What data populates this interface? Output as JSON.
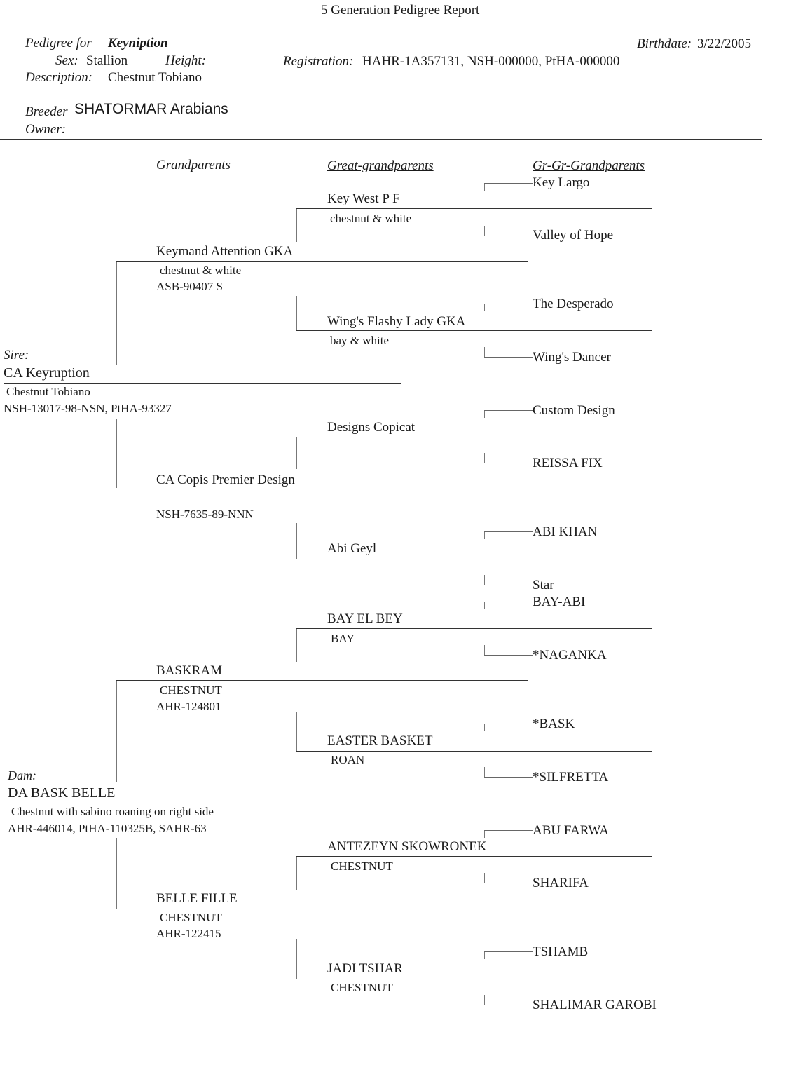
{
  "report_title": "5 Generation Pedigree Report",
  "header": {
    "pedigree_for_label": "Pedigree for",
    "horse_name": "Keyniption",
    "sex_label": "Sex:",
    "sex_value": "Stallion",
    "height_label": "Height:",
    "description_label": "Description:",
    "description_value": "Chestnut Tobiano",
    "birthdate_label": "Birthdate:",
    "birthdate_value": "3/22/2005",
    "registration_label": "Registration:",
    "registration_value": "HAHR-1A357131, NSH-000000, PtHA-000000",
    "breeder_label": "Breeder",
    "breeder_value": "SHATORMAR Arabians",
    "owner_label": "Owner:"
  },
  "columns": {
    "grandparents": "Grandparents",
    "great_grandparents": "Great-grandparents",
    "gr_gr_grandparents": "Gr-Gr-Grandparents"
  },
  "sire": {
    "label": "Sire:",
    "name": "CA Keyruption",
    "color": "Chestnut Tobiano",
    "reg": "NSH-13017-98-NSN, PtHA-93327"
  },
  "dam": {
    "label": "Dam:",
    "name": "DA BASK BELLE",
    "color": "Chestnut with sabino roaning on right side",
    "reg": "AHR-446014, PtHA-110325B, SAHR-63"
  },
  "grandparents": [
    {
      "name": "Keymand Attention GKA",
      "color": "chestnut & white",
      "reg": "ASB-90407 S"
    },
    {
      "name": "CA Copis Premier Design",
      "color": "",
      "reg": "NSH-7635-89-NNN"
    },
    {
      "name": "BASKRAM",
      "color": "CHESTNUT",
      "reg": "AHR-124801"
    },
    {
      "name": "BELLE FILLE",
      "color": "CHESTNUT",
      "reg": "AHR-122415"
    }
  ],
  "great_grandparents": [
    {
      "name": "Key West P F",
      "color": "chestnut & white"
    },
    {
      "name": "Wing's Flashy Lady GKA",
      "color": "bay & white"
    },
    {
      "name": "Designs Copicat",
      "color": ""
    },
    {
      "name": "Abi Geyl",
      "color": ""
    },
    {
      "name": "BAY EL BEY",
      "color": "BAY"
    },
    {
      "name": "EASTER BASKET",
      "color": "ROAN"
    },
    {
      "name": "ANTEZEYN SKOWRONEK",
      "color": "CHESTNUT"
    },
    {
      "name": "JADI TSHAR",
      "color": "CHESTNUT"
    }
  ],
  "gr_gr_grandparents": [
    "Key Largo",
    "Valley of Hope",
    "The Desperado",
    "Wing's Dancer",
    "Custom Design",
    "REISSA FIX",
    "ABI KHAN",
    "Star",
    "BAY-ABI",
    "*NAGANKA",
    "*BASK",
    "*SILFRETTA",
    "ABU FARWA",
    "SHARIFA",
    "TSHAMB",
    "SHALIMAR GAROBI"
  ]
}
